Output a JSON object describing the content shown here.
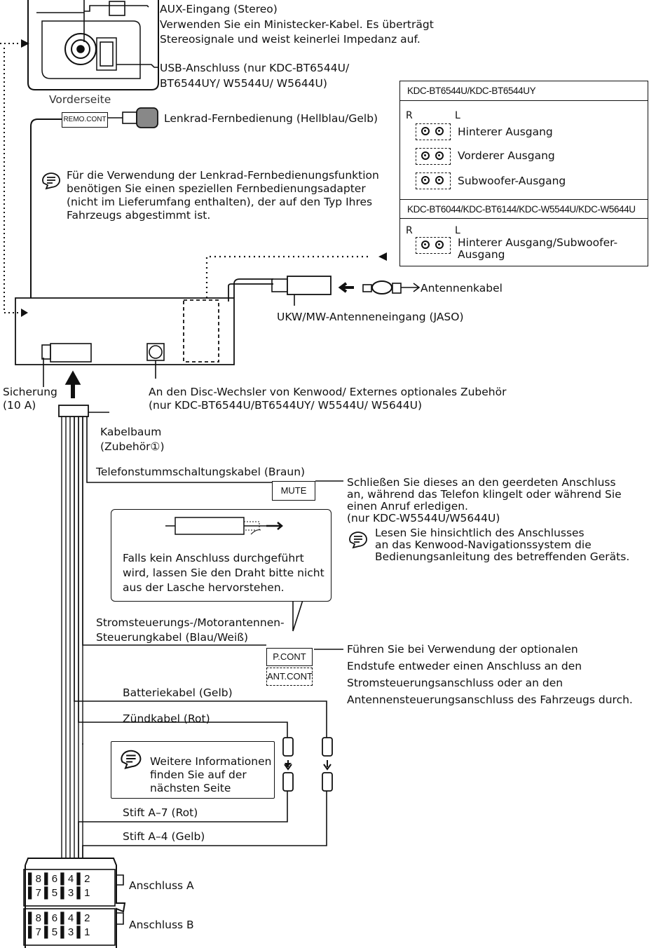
{
  "aux": {
    "title": "AUX-Eingang (Stereo)",
    "desc1": "Verwenden Sie ein Ministecker-Kabel. Es überträgt",
    "desc2": "Stereosignale und weist keinerlei Impedanz auf."
  },
  "usb": {
    "line1": "USB-Anschluss (nur KDC-BT6544U/",
    "line2": "BT6544UY/ W5544U/ W5644U)"
  },
  "front_label": "Vorderseite",
  "remo_cont": "REMO.CONT",
  "steering_remote": "Lenkrad-Fernbedienung (Hellblau/Gelb)",
  "steering_note": "Für die Verwendung der Lenkrad-Fernbedienungsfunktion\nbenötigen Sie einen speziellen Fernbedienungsadapter\n(nicht im Lieferumfang enthalten), der auf den Typ Ihres\nFahrzeugs abgestimmt ist.",
  "rca": {
    "header1": "KDC-BT6544U/KDC-BT6544UY",
    "header2": "KDC-BT6044/KDC-BT6144/KDC-W5544U/KDC-W5644U",
    "r": "R",
    "l": "L",
    "rear": "Hinterer Ausgang",
    "front": "Vorderer Ausgang",
    "sub": "Subwoofer-Ausgang",
    "rear_sub": "Hinterer Ausgang/Subwoofer-\nAusgang"
  },
  "antenna_cable": "Antennenkabel",
  "antenna_input": "UKW/MW-Antenneneingang (JASO)",
  "fuse": "Sicherung\n(10 A)",
  "disc_changer": "An den Disc-Wechsler von Kenwood/ Externes optionales Zubehör\n(nur KDC-BT6544U/BT6544UY/ W5544U/ W5644U)",
  "harness": "Kabelbaum\n(Zubehör①)",
  "mute_cable": "Telefonstummschaltungskabel (Braun)",
  "mute_label": "MUTE",
  "mute_desc": "Schließen Sie dieses an den geerdeten Anschluss\nan, während das Telefon klingelt oder während Sie\neinen Anruf erledigen.\n(nur KDC-W5544U/W5644U)",
  "nav_note": "Lesen Sie hinsichtlich des Anschlusses\nan das Kenwood-Navigationssystem die\nBedienungsanleitung des betreffenden Geräts.",
  "bubble_text": "Falls kein Anschluss durchgeführt\nwird, lassen Sie den Draht bitte nicht\naus der Lasche hervorstehen.",
  "pcont_cable": "Stromsteuerungs-/Motorantennen-\nSteuerungkabel (Blau/Weiß)",
  "pcont_label": "P.CONT",
  "antcont_label": "ANT.CONT",
  "pcont_desc": "Führen Sie bei Verwendung der optionalen\nEndstufe entweder einen Anschluss an den\nStromsteuerungsanschluss oder an den\nAntennensteuerungsanschluss des Fahrzeugs durch.",
  "battery": "Batteriekabel (Gelb)",
  "ignition": "Zündkabel (Rot)",
  "more_info": "Weitere Informationen\nfinden Sie auf der\nnächsten Seite",
  "pin_a7": "Stift A–7 (Rot)",
  "pin_a4": "Stift A–4 (Gelb)",
  "connector_a": "Anschluss A",
  "connector_b": "Anschluss B",
  "pins_top": [
    "8",
    "6",
    "4",
    "2"
  ],
  "pins_bottom": [
    "7",
    "5",
    "3",
    "1"
  ]
}
